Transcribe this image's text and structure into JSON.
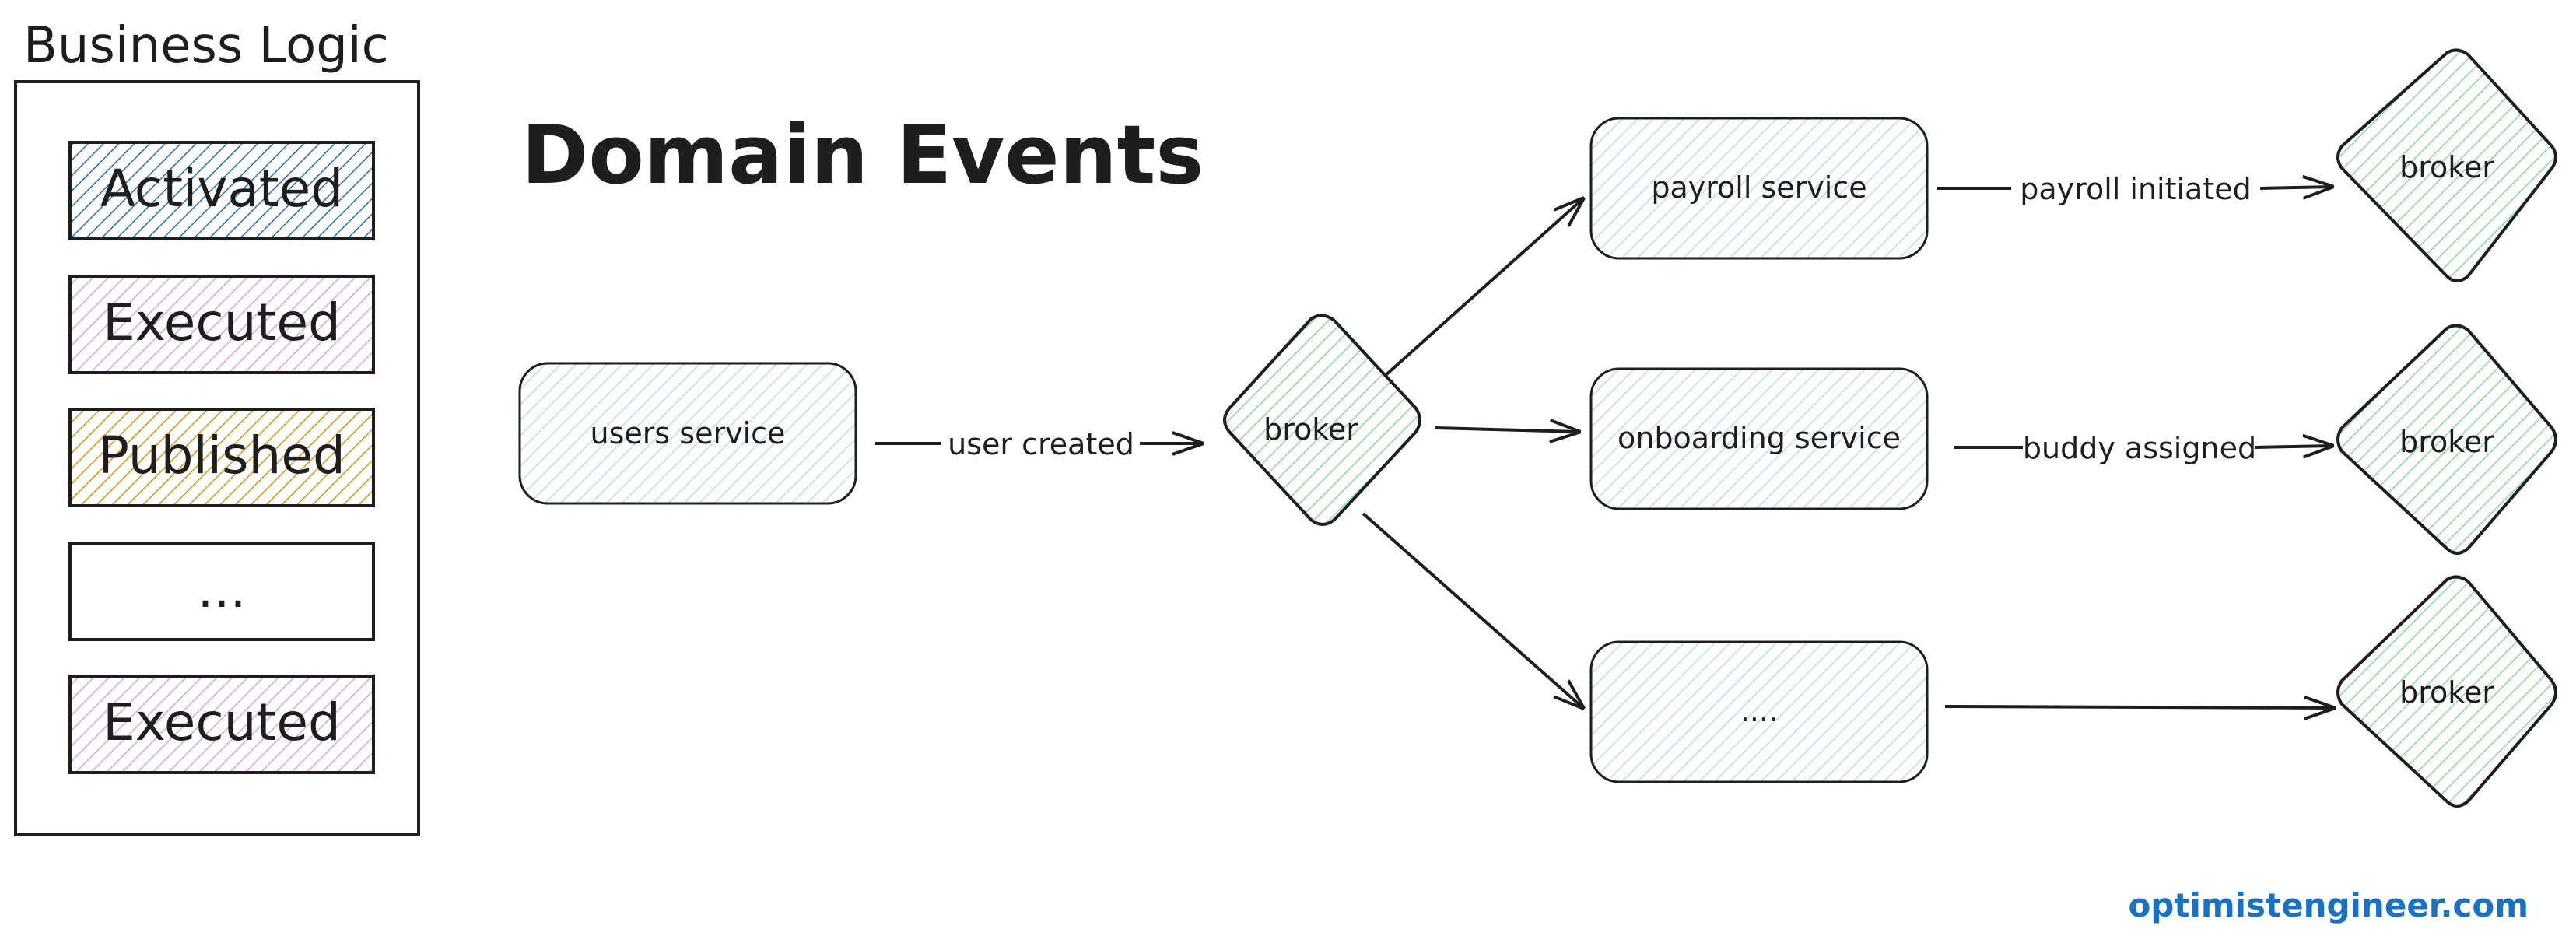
{
  "title": "Domain Events",
  "business_logic": {
    "title": "Business Logic",
    "events": [
      {
        "label": "Activated",
        "color": "#1971c2",
        "bg": "#a5d8ff"
      },
      {
        "label": "Executed",
        "color": "#e599f7",
        "bg": "#f3d9fa"
      },
      {
        "label": "Published",
        "color": "#e8590c",
        "bg": "#ffd8a8"
      },
      {
        "label": "...",
        "color": "#ffffff",
        "bg": "#ffffff"
      },
      {
        "label": "Executed",
        "color": "#e599f7",
        "bg": "#f3d9fa"
      }
    ]
  },
  "nodes": {
    "users_service": "users service",
    "broker_main": "broker",
    "payroll_service": "payroll service",
    "onboarding_service": "onboarding service",
    "ellipsis_service": "....",
    "broker_payroll": "broker",
    "broker_onboarding": "broker",
    "broker_ellipsis": "broker"
  },
  "edges": {
    "user_created": "user created",
    "payroll_initiated": "payroll initiated",
    "buddy_assigned": "buddy assigned"
  },
  "credit": "optimistengineer.com",
  "colors": {
    "stroke": "#1e1e1e",
    "service_fill": "#a5d8ff",
    "broker_fill": "#b2f2bb",
    "credit": "#1971c2"
  }
}
